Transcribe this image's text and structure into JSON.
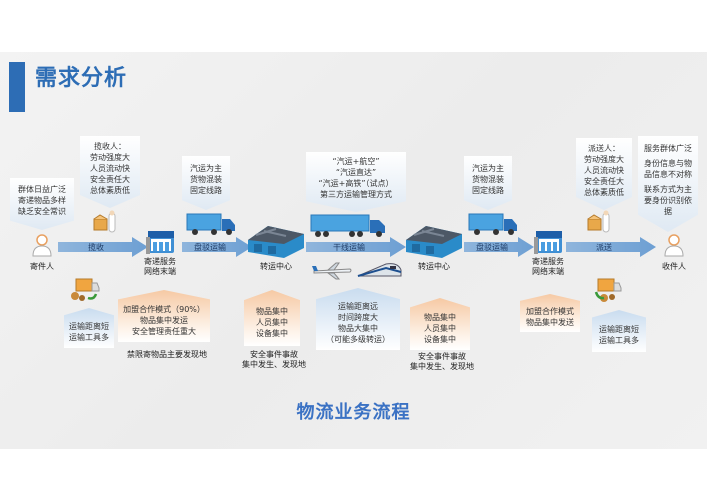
{
  "slide": {
    "title": "需求分析",
    "footer_title": "物流业务流程",
    "accent_color": "#2d6db5"
  },
  "nodes": {
    "sender": "寄件人",
    "service_end_left": [
      "寄递服务",
      "网络末端"
    ],
    "hub_left": "转运中心",
    "hub_right": "转运中心",
    "service_end_right": [
      "寄递服务",
      "网络末端"
    ],
    "receiver": "收件人"
  },
  "arrows": {
    "pickup": "揽收",
    "short_haul_left": "盘驳运输",
    "trunk": "干线运输",
    "short_haul_right": "盘驳运输",
    "delivery": "派送"
  },
  "callouts_top": {
    "sender": [
      "群体日益广泛",
      "寄递物品多样",
      "缺乏安全常识"
    ],
    "collector": [
      "揽收人：",
      "劳动强度大",
      "人员流动快",
      "安全责任大",
      "总体素质低"
    ],
    "short_haul_left": [
      "汽运为主",
      "货物混装",
      "固定线路"
    ],
    "trunk": [
      "“汽运+航空”",
      "“汽运直达”",
      "“汽运+高铁”（试点）",
      "第三方运输管理方式"
    ],
    "short_haul_right": [
      "汽运为主",
      "货物混装",
      "固定线路"
    ],
    "courier": [
      "派送人：",
      "劳动强度大",
      "人员流动快",
      "安全责任大",
      "总体素质低"
    ],
    "receiver": [
      "服务群体广泛",
      "身份信息与物",
      "品信息不对称",
      "联系方式为主",
      "要身份识别依",
      "据"
    ]
  },
  "callouts_bottom": {
    "pickup_transport": [
      "运输距离短",
      "运输工具多"
    ],
    "service_end_left": [
      "加盟合作模式（90%）",
      "物品集中发运",
      "安全管理责任重大"
    ],
    "service_end_left_note": "禁限寄物品主要发现地",
    "hub_left": [
      "物品集中",
      "人员集中",
      "设备集中"
    ],
    "hub_left_note": [
      "安全事件事故",
      "集中发生、发现地"
    ],
    "trunk": [
      "运输距离远",
      "时间跨度大",
      "物品大集中",
      "（可能多级转运）"
    ],
    "hub_right": [
      "物品集中",
      "人员集中",
      "设备集中"
    ],
    "hub_right_note": [
      "安全事件事故",
      "集中发生、发现地"
    ],
    "service_end_right": [
      "加盟合作模式",
      "物品集中发送"
    ],
    "delivery_transport": [
      "运输距离短",
      "运输工具多"
    ]
  },
  "icons": {
    "sender": "person-icon",
    "receiver": "person-icon",
    "collector": "courier-with-package-icon",
    "service_end": "storefront-icon",
    "truck": "truck-icon",
    "hub": "warehouse-icon",
    "plane": "airplane-icon",
    "train": "high-speed-train-icon",
    "van": "delivery-van-icon"
  }
}
